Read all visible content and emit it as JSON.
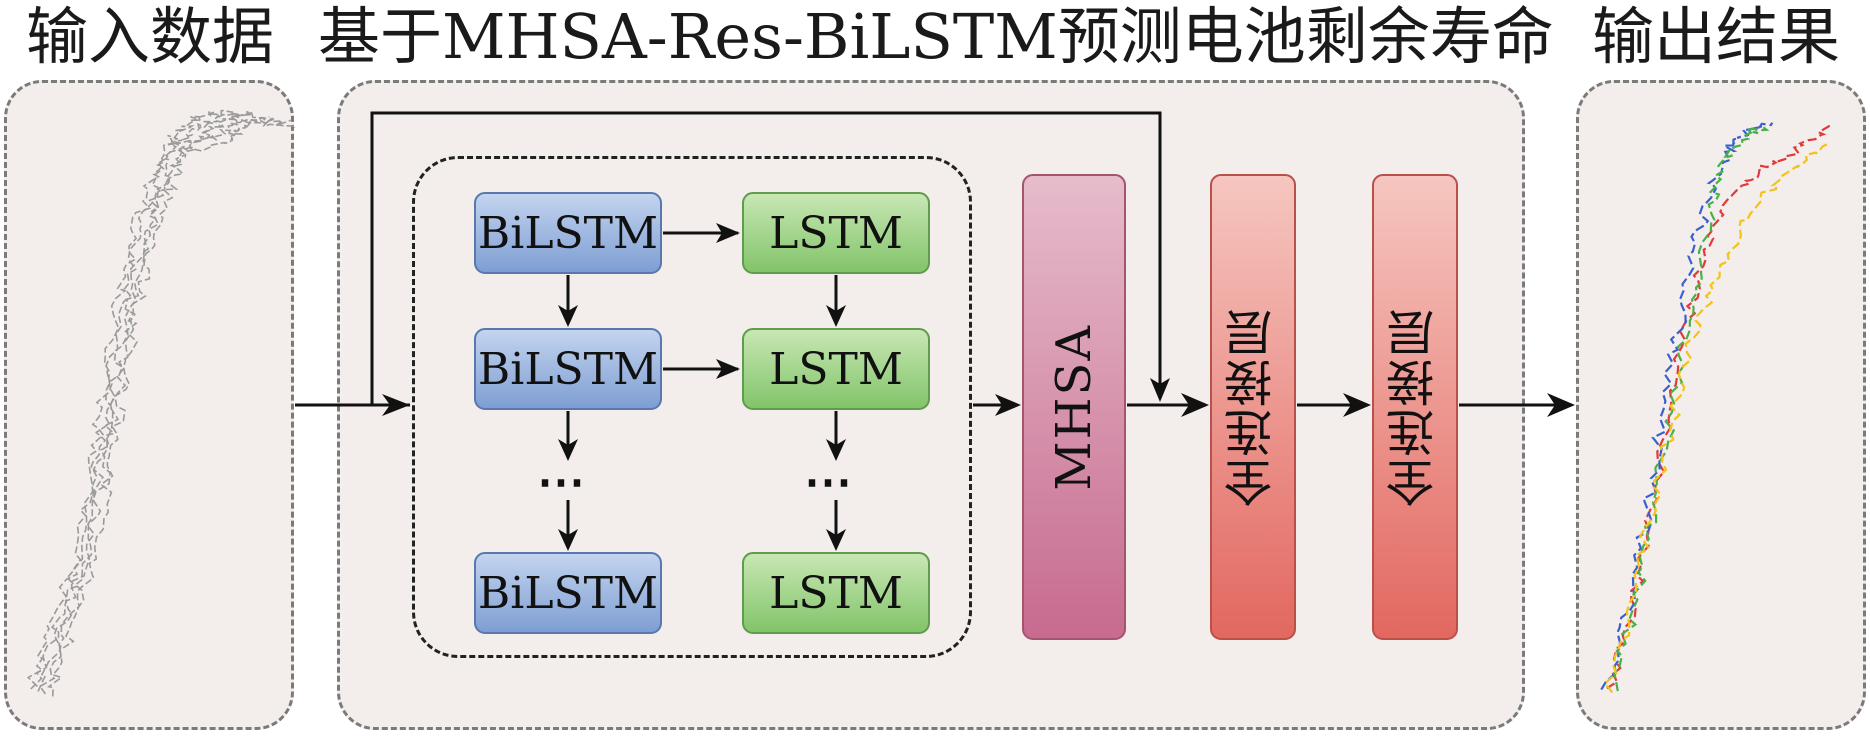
{
  "titles": {
    "input": "输入数据",
    "model": "基于MHSA-Res-BiLSTM预测电池剩余寿命",
    "output": "输出结果"
  },
  "blocks": {
    "bilstm": "BiLSTM",
    "lstm": "LSTM",
    "mhsa": "MHSA",
    "fc1": "全连接层",
    "fc2": "全连接层"
  },
  "ellipsis": "⋯",
  "colors": {
    "panel_bg": "#f3eeec",
    "bilstm": "#8fadde",
    "lstm": "#8fcc78",
    "mhsa": "#d58aa6",
    "fc": "#e8776f",
    "output_series": [
      "#e03a3a",
      "#3a5fd0",
      "#49b04a",
      "#f2c318"
    ]
  }
}
